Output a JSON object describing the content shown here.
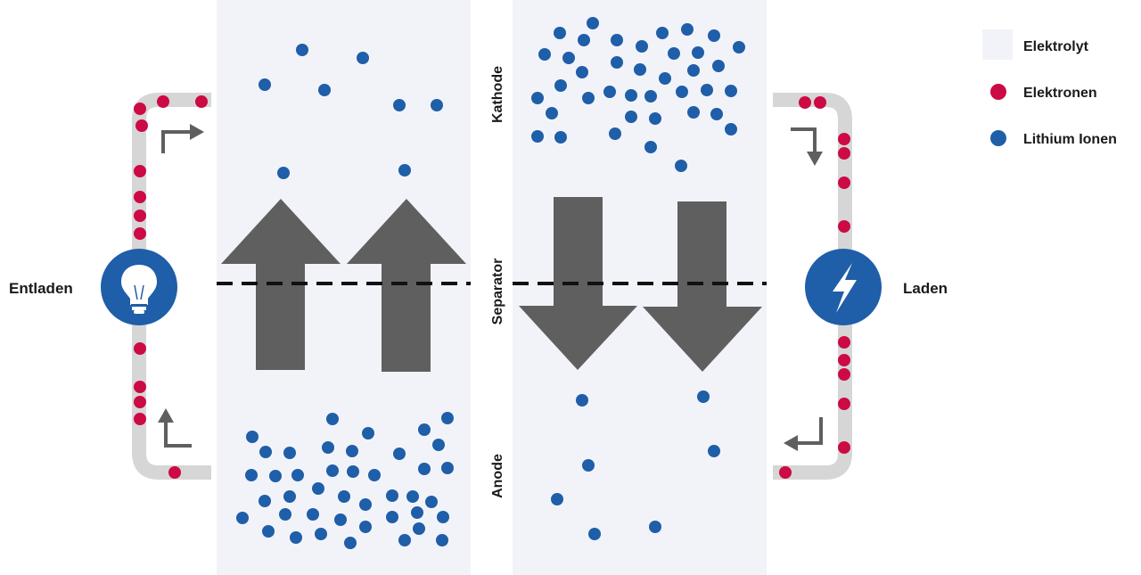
{
  "labels": {
    "entladen": "Entladen",
    "laden": "Laden",
    "kathode": "Kathode",
    "separator": "Separator",
    "anode": "Anode"
  },
  "legend": [
    {
      "label": "Elektrolyt",
      "swatch": "electrolyte"
    },
    {
      "label": "Elektronen",
      "swatch": "electron"
    },
    {
      "label": "Lithium Ionen",
      "swatch": "lithium-ion"
    }
  ],
  "colors": {
    "electrolyte": "#f2f3f8",
    "electron": "#cc0a44",
    "lithium_ion": "#1f5ea8",
    "arrow": "#5f5f5f",
    "wire": "#d6d6d6",
    "icon_circle": "#1f5ea8"
  },
  "icons": {
    "left": "light-bulb-icon",
    "right": "lightning-bolt-icon"
  }
}
